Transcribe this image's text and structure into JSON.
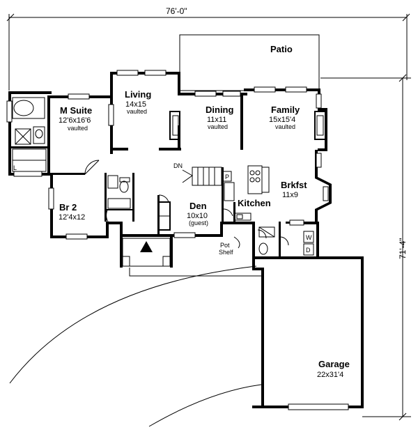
{
  "overall": {
    "width": "76'-0\"",
    "depth": "71'-4\""
  },
  "rooms": {
    "patio": {
      "name": "Patio"
    },
    "living": {
      "name": "Living",
      "size": "14x15",
      "note": "vaulted"
    },
    "dining": {
      "name": "Dining",
      "size": "11x11",
      "note": "vaulted"
    },
    "family": {
      "name": "Family",
      "size": "15x15'4",
      "note": "vaulted"
    },
    "msuite": {
      "name": "M Suite",
      "size": "12'6x16'6",
      "note": "vaulted"
    },
    "br2": {
      "name": "Br 2",
      "size": "12'4x12"
    },
    "den": {
      "name": "Den",
      "size": "10x10",
      "note": "(guest)"
    },
    "kitchen": {
      "name": "Kitchen"
    },
    "brkfst": {
      "name": "Brkfst",
      "size": "11x9"
    },
    "garage": {
      "name": "Garage",
      "size": "22x31'4"
    }
  },
  "notes": {
    "dn": "DN",
    "pot_shelf_1": "Pot",
    "pot_shelf_2": "Shelf",
    "pantry": "P",
    "washer": "W",
    "dryer": "D",
    "linen": "L"
  }
}
